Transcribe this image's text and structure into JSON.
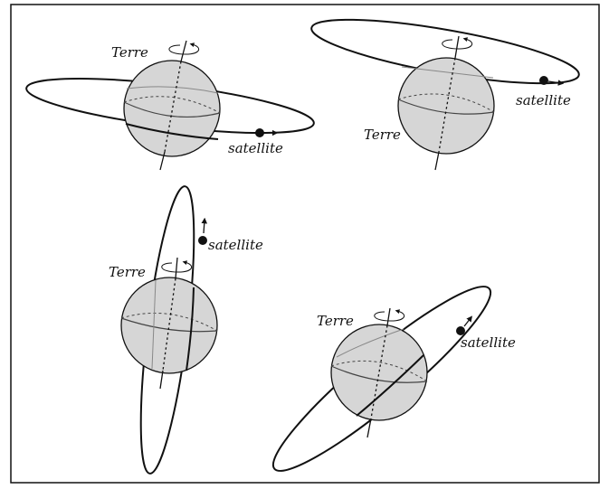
{
  "figure": {
    "panels": [
      {
        "earth_label": "Terre",
        "satellite_label": "satellite"
      },
      {
        "earth_label": "Terre",
        "satellite_label": "satellite"
      },
      {
        "earth_label": "Terre",
        "satellite_label": "satellite"
      },
      {
        "earth_label": "Terre",
        "satellite_label": "satellite"
      }
    ]
  },
  "colors": {
    "earth_fill": "#d6d6d6",
    "stroke": "#111111",
    "background": "#ffffff"
  }
}
